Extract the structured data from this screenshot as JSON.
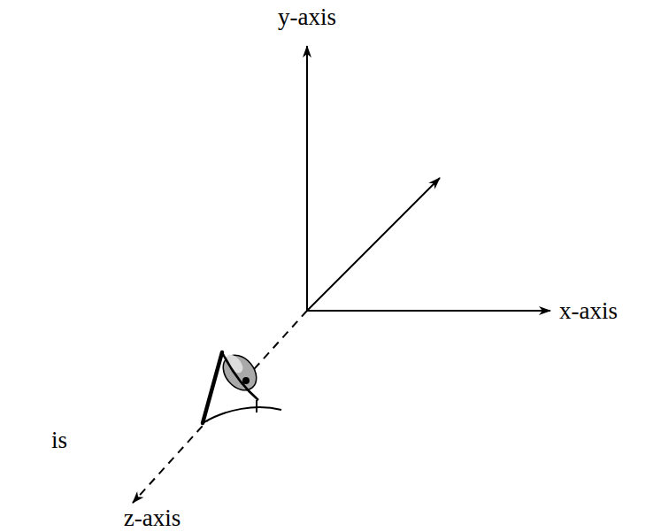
{
  "diagram": {
    "labels": [
      "y-axis",
      "x-axis",
      "z-axis",
      "is"
    ]
  }
}
